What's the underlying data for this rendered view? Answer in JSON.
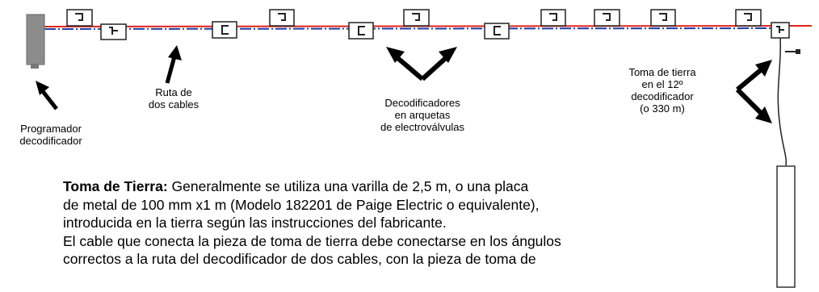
{
  "labels": {
    "controller": [
      "Programador",
      "decodificador"
    ],
    "cable_path": [
      "Ruta de",
      "dos cables"
    ],
    "decoders": [
      "Decodificadores",
      "en arquetas",
      "de electroválvulas"
    ],
    "ground": [
      "Toma de tierra",
      "en el 12º",
      "decodificador",
      "(o 330 m)"
    ]
  },
  "note": {
    "heading": "Toma de Tierra:",
    "intro": "Generalmente se utiliza una varilla de 2,5 m, o una placa",
    "lines": [
      "de metal de 100 mm x1 m (Modelo 182201 de Paige Electric o equivalente),",
      "introducida en la tierra según las instrucciones del fabricante.",
      "El cable que conecta la pieza de toma de tierra debe conectarse en los ángulos",
      "correctos a la ruta del decodificador de dos cables, con la pieza de toma de"
    ]
  },
  "colors": {
    "wire_red": "#e2231a",
    "wire_blue": "#1f3fa8",
    "decoder_stroke": "#222222",
    "controller_fill": "#8c8c8c",
    "arrow": "#000000"
  }
}
